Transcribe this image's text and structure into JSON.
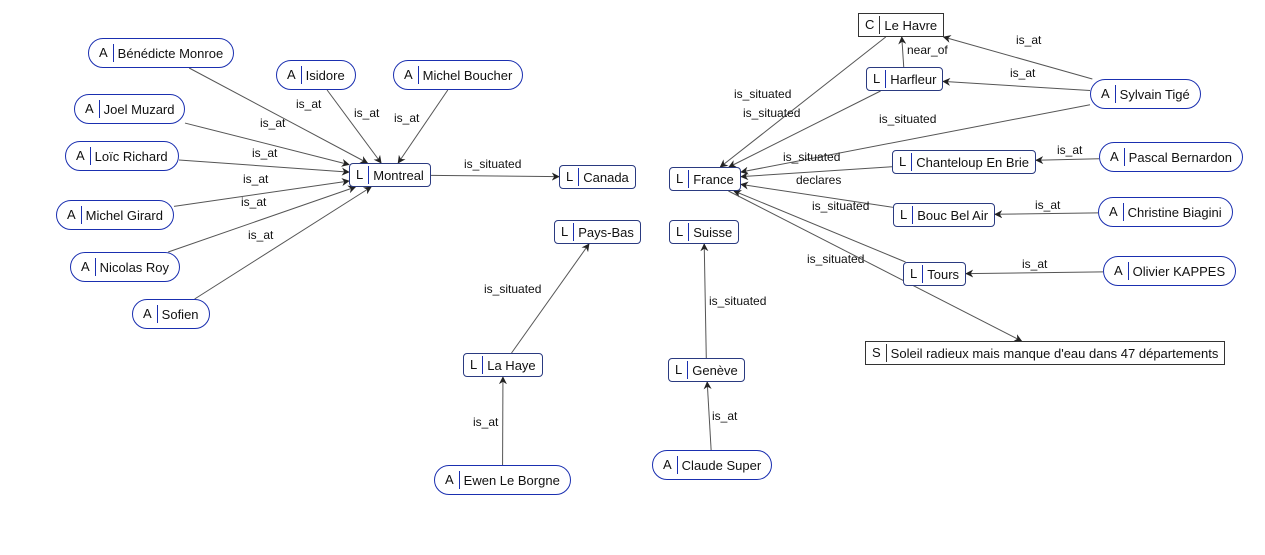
{
  "diagram": {
    "nodes": [
      {
        "id": "benedicte",
        "type": "A",
        "label": "Bénédicte Monroe"
      },
      {
        "id": "isidore",
        "type": "A",
        "label": "Isidore"
      },
      {
        "id": "michel_b",
        "type": "A",
        "label": "Michel Boucher"
      },
      {
        "id": "joel",
        "type": "A",
        "label": "Joel Muzard"
      },
      {
        "id": "loic",
        "type": "A",
        "label": "Loïc Richard"
      },
      {
        "id": "michel_g",
        "type": "A",
        "label": "Michel Girard"
      },
      {
        "id": "nicolas",
        "type": "A",
        "label": "Nicolas Roy"
      },
      {
        "id": "sofien",
        "type": "A",
        "label": "Sofien"
      },
      {
        "id": "montreal",
        "type": "L",
        "label": "Montreal"
      },
      {
        "id": "canada",
        "type": "L",
        "label": "Canada"
      },
      {
        "id": "paysbas",
        "type": "L",
        "label": "Pays-Bas"
      },
      {
        "id": "lahaye",
        "type": "L",
        "label": "La Haye"
      },
      {
        "id": "ewen",
        "type": "A",
        "label": "Ewen Le Borgne"
      },
      {
        "id": "france",
        "type": "L",
        "label": "France"
      },
      {
        "id": "suisse",
        "type": "L",
        "label": "Suisse"
      },
      {
        "id": "geneve",
        "type": "L",
        "label": "Genève"
      },
      {
        "id": "claude",
        "type": "A",
        "label": "Claude Super"
      },
      {
        "id": "lehavre",
        "type": "C",
        "label": "Le Havre"
      },
      {
        "id": "harfleur",
        "type": "L",
        "label": "Harfleur"
      },
      {
        "id": "chanteloup",
        "type": "L",
        "label": "Chanteloup En Brie"
      },
      {
        "id": "boucbelair",
        "type": "L",
        "label": "Bouc Bel Air"
      },
      {
        "id": "tours",
        "type": "L",
        "label": "Tours"
      },
      {
        "id": "sylvain",
        "type": "A",
        "label": "Sylvain Tigé"
      },
      {
        "id": "pascal",
        "type": "A",
        "label": "Pascal Bernardon"
      },
      {
        "id": "christine",
        "type": "A",
        "label": "Christine Biagini"
      },
      {
        "id": "olivier",
        "type": "A",
        "label": "Olivier KAPPES"
      },
      {
        "id": "soleil",
        "type": "S",
        "label": "Soleil radieux mais manque d'eau dans 47 départements"
      }
    ],
    "edges": [
      {
        "from": "benedicte",
        "to": "montreal",
        "label": "is_at"
      },
      {
        "from": "isidore",
        "to": "montreal",
        "label": "is_at"
      },
      {
        "from": "michel_b",
        "to": "montreal",
        "label": "is_at"
      },
      {
        "from": "joel",
        "to": "montreal",
        "label": "is_at"
      },
      {
        "from": "loic",
        "to": "montreal",
        "label": "is_at"
      },
      {
        "from": "michel_g",
        "to": "montreal",
        "label": "is_at"
      },
      {
        "from": "nicolas",
        "to": "montreal",
        "label": "is_at"
      },
      {
        "from": "sofien",
        "to": "montreal",
        "label": "is_at"
      },
      {
        "from": "montreal",
        "to": "canada",
        "label": "is_situated"
      },
      {
        "from": "lahaye",
        "to": "paysbas",
        "label": "is_situated"
      },
      {
        "from": "ewen",
        "to": "lahaye",
        "label": "is_at"
      },
      {
        "from": "geneve",
        "to": "suisse",
        "label": "is_situated"
      },
      {
        "from": "claude",
        "to": "geneve",
        "label": "is_at"
      },
      {
        "from": "lehavre",
        "to": "france",
        "label": "is_situated"
      },
      {
        "from": "harfleur",
        "to": "france",
        "label": "is_situated"
      },
      {
        "from": "sylvain",
        "to": "france",
        "label": "is_situated"
      },
      {
        "from": "chanteloup",
        "to": "france",
        "label": "is_situated"
      },
      {
        "from": "boucbelair",
        "to": "france",
        "label": "is_situated"
      },
      {
        "from": "tours",
        "to": "france",
        "label": "is_situated"
      },
      {
        "from": "harfleur",
        "to": "lehavre",
        "label": "near_of"
      },
      {
        "from": "sylvain",
        "to": "lehavre",
        "label": "is_at"
      },
      {
        "from": "sylvain",
        "to": "harfleur",
        "label": "is_at"
      },
      {
        "from": "pascal",
        "to": "chanteloup",
        "label": "is_at"
      },
      {
        "from": "christine",
        "to": "boucbelair",
        "label": "is_at"
      },
      {
        "from": "olivier",
        "to": "tours",
        "label": "is_at"
      },
      {
        "from": "france",
        "to": "soleil",
        "label": "declares"
      }
    ]
  }
}
